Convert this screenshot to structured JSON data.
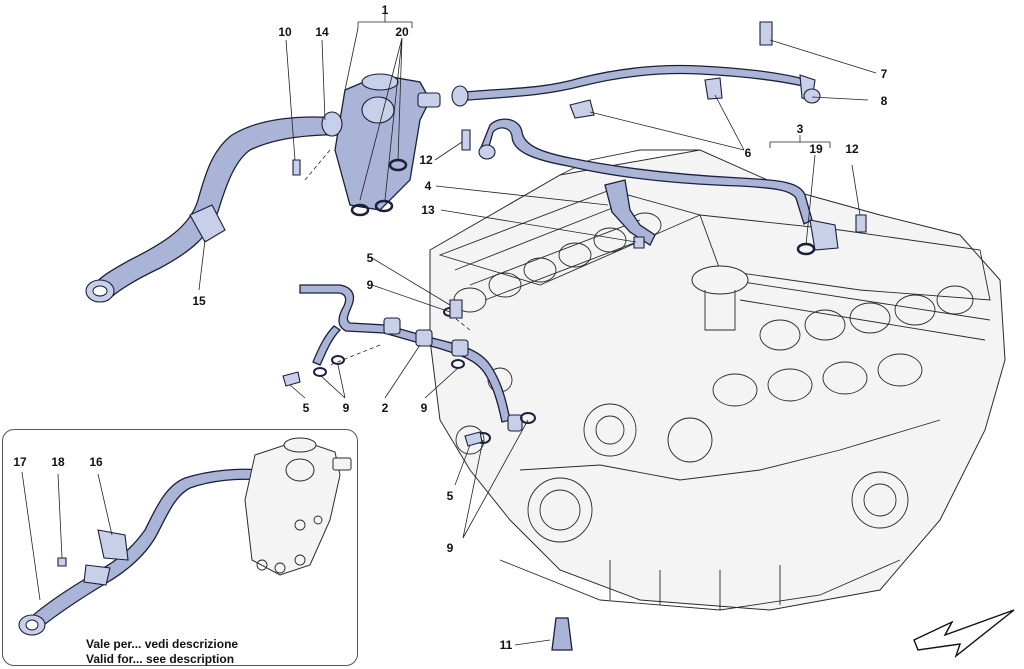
{
  "callouts": [
    {
      "id": "1",
      "label": "1"
    },
    {
      "id": "20",
      "label": "20"
    },
    {
      "id": "10",
      "label": "10"
    },
    {
      "id": "14",
      "label": "14"
    },
    {
      "id": "7",
      "label": "7"
    },
    {
      "id": "8",
      "label": "8"
    },
    {
      "id": "6",
      "label": "6"
    },
    {
      "id": "3",
      "label": "3"
    },
    {
      "id": "19",
      "label": "19"
    },
    {
      "id": "12a",
      "label": "12"
    },
    {
      "id": "12b",
      "label": "12"
    },
    {
      "id": "4",
      "label": "4"
    },
    {
      "id": "13",
      "label": "13"
    },
    {
      "id": "15",
      "label": "15"
    },
    {
      "id": "5a",
      "label": "5"
    },
    {
      "id": "9a",
      "label": "9"
    },
    {
      "id": "5b",
      "label": "5"
    },
    {
      "id": "9b",
      "label": "9"
    },
    {
      "id": "2",
      "label": "2"
    },
    {
      "id": "9c",
      "label": "9"
    },
    {
      "id": "5c",
      "label": "5"
    },
    {
      "id": "9d",
      "label": "9"
    },
    {
      "id": "11",
      "label": "11"
    },
    {
      "id": "17",
      "label": "17"
    },
    {
      "id": "18",
      "label": "18"
    },
    {
      "id": "16",
      "label": "16"
    }
  ],
  "inset": {
    "caption_line1": "Vale per... vedi descrizione",
    "caption_line2": "Valid for... see description"
  },
  "icons": {
    "direction_arrow": "arrow-down-left-icon"
  },
  "colors": {
    "part_fill": "#aab4d6",
    "outline": "#1b1f3a"
  }
}
